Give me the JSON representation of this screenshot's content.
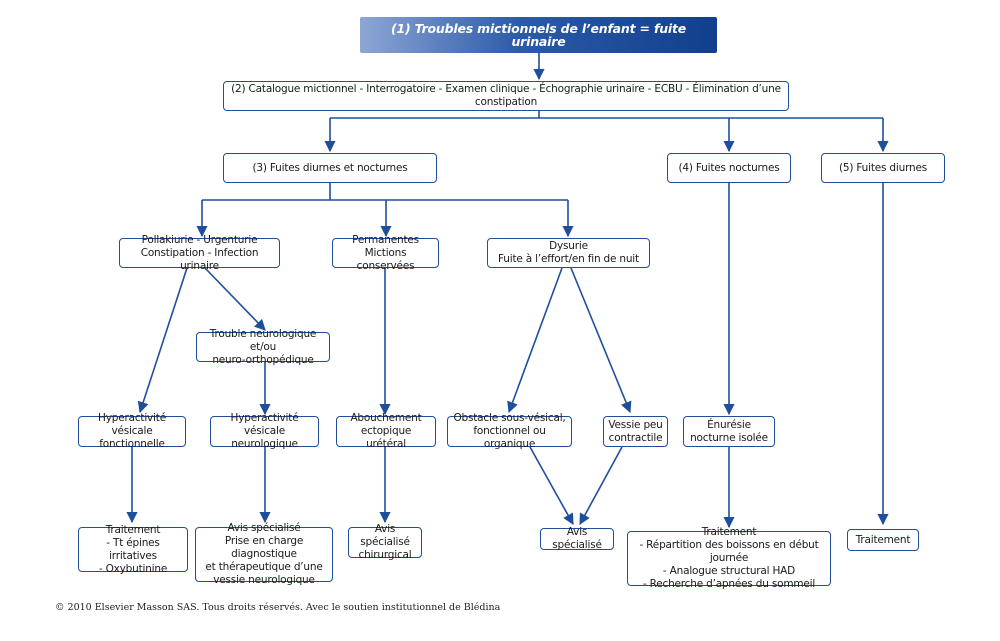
{
  "nodes": {
    "n1": "(1) Troubles mictionnels de l’enfant = fuite urinaire",
    "n2": "(2) Catalogue mictionnel - Interrogatoire - Examen clinique - Échographie urinaire - ECBU - Élimination d’une constipation",
    "n3": "(3) Fuites diurnes et nocturnes",
    "n4": "(4) Fuites nocturnes",
    "n5": "(5) Fuites diurnes",
    "pollakiurie": "Pollakiurie - Urgenturie\nConstipation - Infection urinaire",
    "permanentes": "Permanentes\nMictions conservées",
    "dysurie": "Dysurie\nFuite à l’effort/en fin de nuit",
    "trouble_neuro": "Trouble neurologique et/ou\nneuro-orthopédique",
    "hyper_fonct": "Hyperactivité\nvésicale fonctionnelle",
    "hyper_neuro": "Hyperactivité\nvésicale neurologique",
    "abouchement": "Abouchement\nectopique urétéral",
    "obstacle": "Obstacle sous-vésical,\nfonctionnel ou organique",
    "vessie_peu": "Vessie peu\ncontractile",
    "enuresie": "Énurésie\nnocturne isolée",
    "traitement_a": "Traitement\n- Tt épines irritatives\n- Oxybutinine",
    "avis_neuro": "Avis spécialisé\nPrise en charge diagnostique\net thérapeutique d’une\nvessie neurologique",
    "avis_chir": "Avis spécialisé\nchirurgical",
    "avis_spe": "Avis spécialisé",
    "traitement_enur": "Traitement\n- Répartition des boissons en début journée\n- Analogue structural HAD\n- Recherche d’apnées du sommeil",
    "traitement_5": "Traitement"
  },
  "footer": {
    "copyright": "© 2010 Elsevier Masson SAS. Tous droits réservés. Avec le soutien institutionnel de Blédina"
  },
  "colors": {
    "stroke": "#1f4e9a",
    "title_dark": "#113f8c",
    "title_light": "#8da6d4"
  }
}
